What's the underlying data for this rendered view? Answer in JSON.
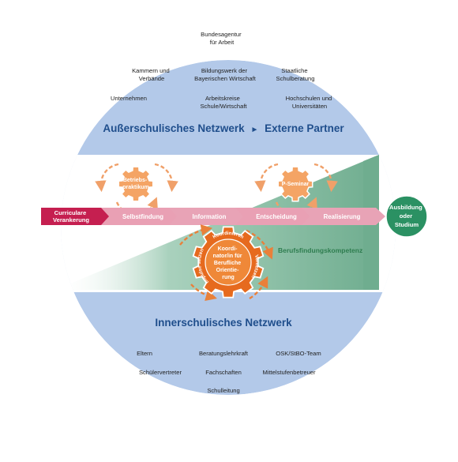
{
  "external_network": {
    "title": "Außerschulisches Netzwerk",
    "title_separator": "►",
    "title_suffix": "Externe Partner",
    "partners": [
      [
        "Bundesagentur",
        "für Arbeit"
      ],
      [
        "Kammern und",
        "Verbände"
      ],
      [
        "Bildungswerk der",
        "Bayerischen Wirtschaft"
      ],
      [
        "Staatliche",
        "Schulberatung"
      ],
      [
        "Unternehmen"
      ],
      [
        "Arbeitskreise",
        "Schule/Wirtschaft"
      ],
      [
        "Hochschulen und",
        "Universitäten"
      ]
    ]
  },
  "gears": {
    "betriebspraktikum": [
      "Betriebs-",
      "praktikum"
    ],
    "p_seminar": [
      "P-Seminar"
    ],
    "coordinator": [
      "Koordi-",
      "nator/in für",
      "Berufliche",
      "Orientie-",
      "rung"
    ],
    "coordinator_ring": [
      "Koordinieren",
      "Vernetzen",
      "Impulse setzen"
    ]
  },
  "process": {
    "start": [
      "Curriculare",
      "Verankerung"
    ],
    "steps": [
      "Selbstfindung",
      "Information",
      "Entscheidung",
      "Realisierung"
    ],
    "goal": [
      "Ausbildung",
      "oder",
      "Studium"
    ]
  },
  "competence": "Berufsfindungskompetenz",
  "internal_network": {
    "title": "Innerschulisches Netzwerk",
    "members": [
      "Eltern",
      "Beratungslehrkraft",
      "OSK/StBO-Team",
      "Schülervertreter",
      "Fachschaften",
      "Mittelstufenbetreuer",
      "Schulleitung"
    ]
  },
  "colors": {
    "network_fill": "#b3c9e9",
    "competence_wedge": "#6fad8f",
    "gear_light": "#f4a465",
    "gear_dark": "#e66a1e",
    "process_arrow": "#e9a0b4",
    "start_arrow": "#c51f50",
    "goal_circle": "#2b9163",
    "title_blue": "#1f4e8c"
  }
}
